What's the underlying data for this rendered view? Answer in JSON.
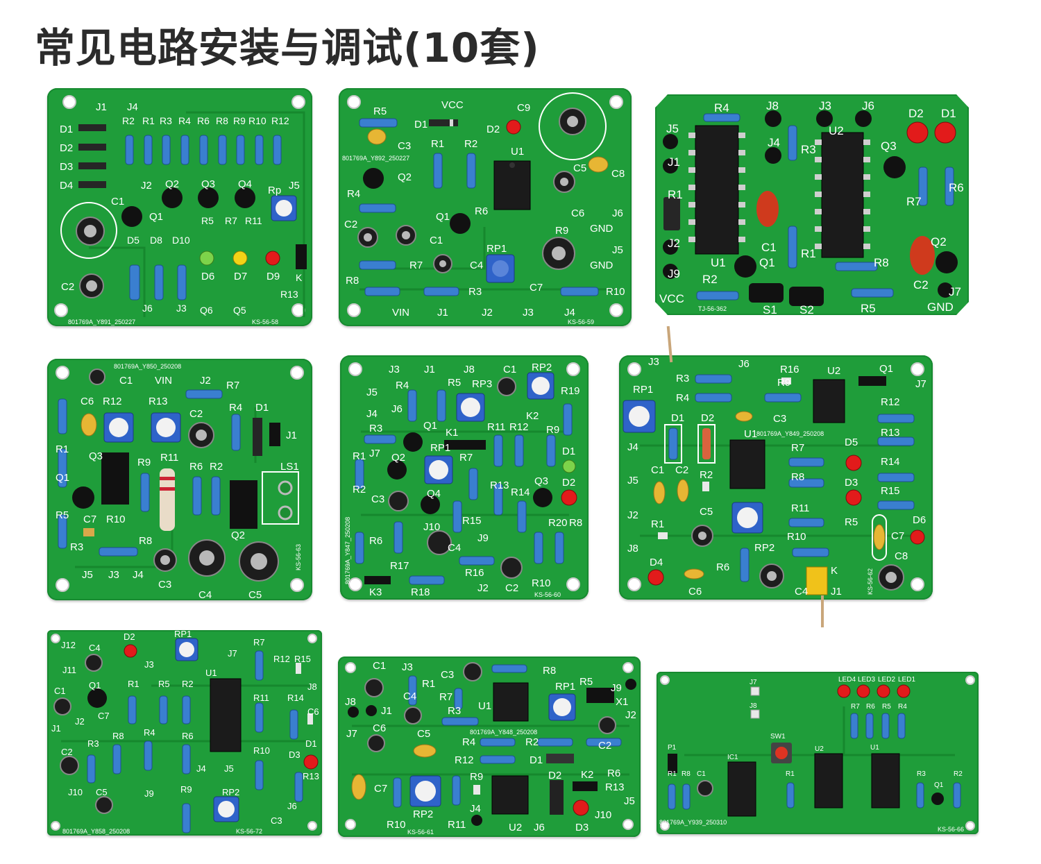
{
  "title": "常见电路安装与调试(10套)",
  "colors": {
    "pcb_green": "#1f9d3a",
    "trace_green": "#16882d",
    "title_gray": "#2b2b2b"
  },
  "boards": [
    {
      "id": "b1",
      "code": "801769A_Y891_250227",
      "model": "KS-56-58",
      "labels": [
        "J1",
        "J4",
        "D1",
        "D2",
        "D3",
        "D4",
        "R2",
        "R1",
        "R3",
        "R4",
        "R6",
        "R8",
        "R9",
        "R10",
        "R12",
        "J2",
        "Q2",
        "Q3",
        "Q4",
        "Rp",
        "J5",
        "C1",
        "Q1",
        "R5",
        "R7",
        "R11",
        "D5",
        "D8",
        "D10",
        "D6",
        "D7",
        "D9",
        "K",
        "C2",
        "R13",
        "Q6",
        "Q5",
        "J6",
        "J3"
      ]
    },
    {
      "id": "b2",
      "code": "801769A_Y892_250227",
      "model": "KS-56-59",
      "labels": [
        "R5",
        "VCC",
        "C9",
        "D1",
        "D2",
        "C3",
        "R1",
        "R2",
        "U1",
        "C5",
        "C8",
        "Q2",
        "R4",
        "R6",
        "C6",
        "J6",
        "Q1",
        "GND",
        "C2",
        "R9",
        "C1",
        "RP1",
        "J5",
        "GND",
        "R7",
        "C4",
        "R8",
        "R3",
        "C7",
        "R10",
        "VIN",
        "J1",
        "J2",
        "J3",
        "J4"
      ]
    },
    {
      "id": "b3",
      "code": "TJ-56-362",
      "model": "",
      "labels": [
        "R4",
        "J8",
        "J3",
        "J6",
        "D2",
        "D1",
        "J5",
        "U2",
        "J4",
        "R3",
        "Q3",
        "J1",
        "R7",
        "R6",
        "R1",
        "C1",
        "Q1",
        "R8",
        "Q2",
        "J2",
        "U1",
        "J9",
        "R2",
        "VCC",
        "S1",
        "S2",
        "R5",
        "C2",
        "J7",
        "GND"
      ]
    },
    {
      "id": "b4",
      "code": "801769A_Y850_250208",
      "model": "KS-56-63",
      "labels": [
        "C1",
        "VIN",
        "J2",
        "R7",
        "C6",
        "R12",
        "R13",
        "C2",
        "R4",
        "D1",
        "J1",
        "R1",
        "Q3",
        "R9",
        "R11",
        "R6",
        "R2",
        "LS1",
        "Q1",
        "R5",
        "C7",
        "R10",
        "R8",
        "Q2",
        "R3",
        "J5",
        "J3",
        "J4",
        "C3",
        "C4",
        "C5"
      ]
    },
    {
      "id": "b5",
      "code": "801769A_Y847_250208",
      "model": "KS-56-60",
      "labels": [
        "J3",
        "J1",
        "J8",
        "C1",
        "RP2",
        "R4",
        "R5",
        "RP3",
        "J5",
        "R19",
        "K2",
        "J4",
        "J6",
        "R3",
        "Q1",
        "R11",
        "R12",
        "R9",
        "K1",
        "RP1",
        "R7",
        "D1",
        "R1",
        "J7",
        "Q2",
        "D2",
        "R2",
        "Q4",
        "R13",
        "R14",
        "Q3",
        "C3",
        "R15",
        "R20",
        "R8",
        "J10",
        "J9",
        "C4",
        "R6",
        "R16",
        "R17",
        "R10",
        "K3",
        "R18",
        "J2",
        "C2"
      ]
    },
    {
      "id": "b6",
      "code": "801769A_Y849_250208",
      "model": "KS-56-62",
      "labels": [
        "J3",
        "J6",
        "R16",
        "U2",
        "Q1",
        "J7",
        "R3",
        "R9",
        "RP1",
        "R4",
        "R12",
        "C3",
        "D1",
        "D2",
        "U1",
        "R13",
        "J4",
        "R7",
        "D5",
        "C1",
        "C2",
        "R2",
        "R14",
        "J5",
        "R8",
        "D3",
        "R15",
        "J2",
        "C5",
        "R11",
        "R5",
        "D6",
        "R1",
        "R10",
        "C7",
        "J8",
        "RP2",
        "C8",
        "D4",
        "R6",
        "C6",
        "C4",
        "K",
        "J1"
      ]
    },
    {
      "id": "b7",
      "code": "801769A_Y858_250208",
      "model": "KS-56-72",
      "labels": [
        "D2",
        "RP1",
        "R7",
        "J12",
        "C4",
        "J7",
        "R12",
        "R15",
        "J11",
        "J3",
        "U1",
        "C1",
        "Q1",
        "R1",
        "R5",
        "R2",
        "J8",
        "R11",
        "R14",
        "C6",
        "J2",
        "C7",
        "J1",
        "R3",
        "R8",
        "R4",
        "R6",
        "D1",
        "C2",
        "R10",
        "D3",
        "R13",
        "J4",
        "J5",
        "J10",
        "C5",
        "J9",
        "R9",
        "RP2",
        "J6",
        "C3"
      ]
    },
    {
      "id": "b8",
      "code": "801769A_Y848_250208",
      "model": "KS-56-61",
      "labels": [
        "C1",
        "J3",
        "C3",
        "R8",
        "R1",
        "RP1",
        "R5",
        "J9",
        "C4",
        "R7",
        "X1",
        "J8",
        "U1",
        "J1",
        "R3",
        "J2",
        "C6",
        "C5",
        "J7",
        "R4",
        "R2",
        "C2",
        "R12",
        "D1",
        "R9",
        "D2",
        "K2",
        "R6",
        "C7",
        "R13",
        "RP2",
        "J5",
        "J4",
        "R10",
        "R11",
        "U2",
        "J6",
        "D3",
        "J10"
      ]
    },
    {
      "id": "b9",
      "code": "801769A_Y939_250310",
      "model": "KS-56-66",
      "labels": [
        "LED4",
        "LED3",
        "LED2",
        "LED1",
        "J7",
        "J8",
        "R7",
        "R6",
        "R5",
        "R4",
        "U1",
        "SW1",
        "P1",
        "R1",
        "R8",
        "C1",
        "IC1",
        "U2",
        "R3",
        "R2",
        "Q1"
      ]
    }
  ]
}
